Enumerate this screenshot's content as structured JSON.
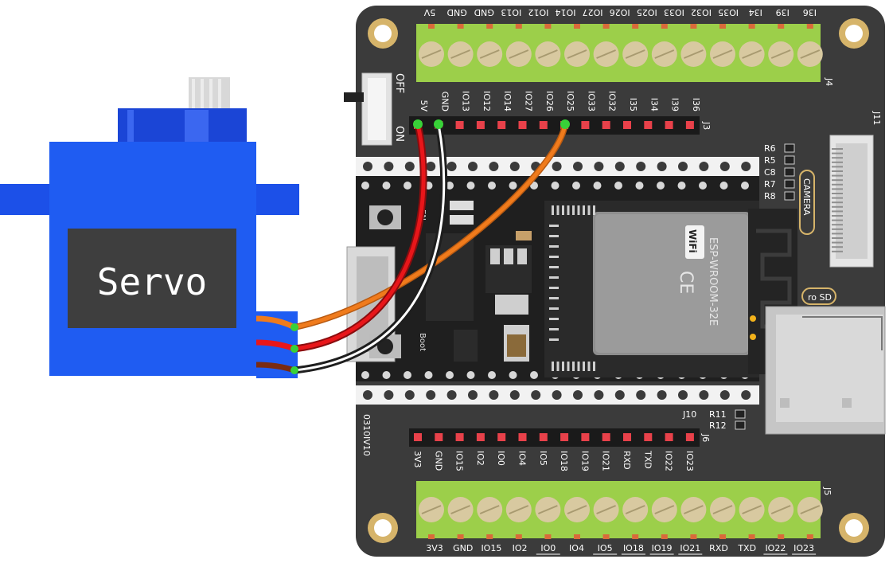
{
  "servo": {
    "label": "Servo",
    "wire_colors": [
      "#f07b1c",
      "#e8161a",
      "#7a2b12"
    ]
  },
  "board": {
    "color": "#3b3b3b",
    "code": "0310IV10",
    "switch_off": "OFF",
    "switch_on": "ON",
    "top_terminal_labels": [
      "5V",
      "GND",
      "GND",
      "IO13",
      "IO12",
      "IO14",
      "IO27",
      "IO26",
      "IO25",
      "IO33",
      "IO32",
      "IO35",
      "I34",
      "I39",
      "I36"
    ],
    "top_pin_labels": [
      "5V",
      "GND",
      "IO13",
      "IO12",
      "IO14",
      "IO27",
      "IO26",
      "IO25",
      "IO33",
      "IO32",
      "I35",
      "I34",
      "I39",
      "I36"
    ],
    "bottom_pin_labels": [
      "3V3",
      "GND",
      "IO15",
      "IO2",
      "IO0",
      "IO4",
      "IO5",
      "IO18",
      "IO19",
      "IO21",
      "RXD",
      "TXD",
      "IO22",
      "IO23"
    ],
    "bottom_terminal_labels": [
      "3V3",
      "GND",
      "IO15",
      "IO2",
      "IO0",
      "IO4",
      "IO5",
      "IO18",
      "IO19",
      "IO21",
      "RXD",
      "TXD",
      "IO22",
      "IO23"
    ],
    "connector_j4": "J4",
    "connector_j3": "J3",
    "connector_j5": "J5",
    "connector_j6": "J6",
    "connector_j10": "J10",
    "connector_j11": "J11",
    "camera_label": "CAMERA",
    "sd_label": "ro SD",
    "resistors_top": [
      "R6",
      "R5",
      "C8",
      "R7",
      "R8"
    ],
    "resistors_bottom": [
      "R11",
      "R12"
    ]
  },
  "esp32": {
    "module_name": "ESP-WROOM-32E",
    "wifi_text": "WiFi",
    "ce_mark": "CE",
    "en_label": "EN",
    "boot_label": "Boot"
  },
  "wiring": {
    "colors": {
      "signal": "#f07b1c",
      "power": "#e8161a",
      "power_shadow": "#8a0c0e",
      "ground": "#1e1e1e",
      "ground_highlight": "#ffffff"
    }
  }
}
